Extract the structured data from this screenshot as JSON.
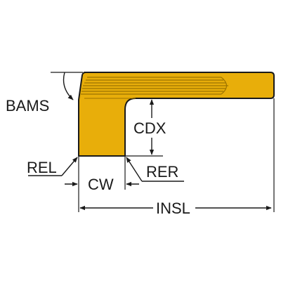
{
  "diagram": {
    "labels": {
      "bams": "BAMS",
      "cdx": "CDX",
      "rel": "REL",
      "cw": "CW",
      "rer": "RER",
      "insl": "INSL"
    },
    "colors": {
      "insert_fill": "#E8AE0A",
      "insert_dark": "#9C7300",
      "outline": "#1A1A1A",
      "text": "#1A1A1A"
    }
  }
}
